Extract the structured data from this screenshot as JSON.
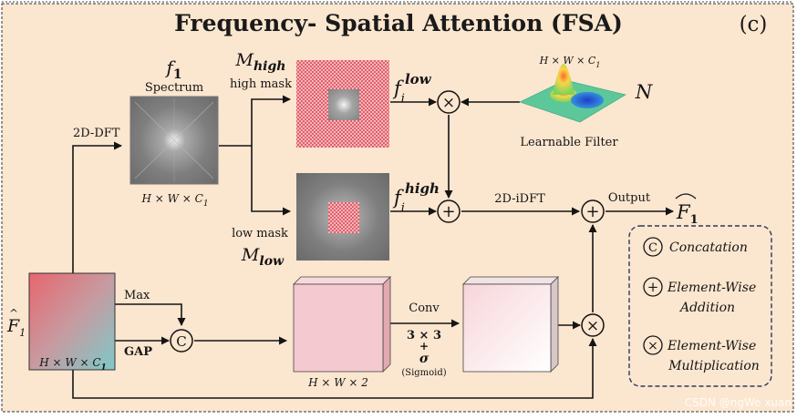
{
  "title": "Frequency- Spatial Attention (FSA)",
  "panel_label": "(c)",
  "spectrum": {
    "symbol": "f",
    "sub": "1",
    "label": "Spectrum",
    "dims": "H  × W × C",
    "dims_sub": "1"
  },
  "dft_label": "2D-DFT",
  "high_mask": {
    "symbol": "M",
    "sub": "high",
    "label": "high mask"
  },
  "low_mask": {
    "symbol": "M",
    "sub": "low",
    "label": "low mask"
  },
  "f_low": {
    "symbol": "f",
    "sub": "i",
    "sup": "low"
  },
  "f_high": {
    "symbol": "f",
    "sub": "i",
    "sup": "high"
  },
  "filter": {
    "dims": "H  × W × C",
    "dims_sub": "1",
    "symbol": "N",
    "label": "Learnable Filter"
  },
  "idft_label": "2D-iDFT",
  "output_label": "Output",
  "output_symbol": {
    "symbol": "F",
    "sub": "1"
  },
  "input": {
    "symbol": "F",
    "sub": "1",
    "dims": "H  × W × C",
    "dims_sub": "1"
  },
  "max_label": "Max",
  "gap_label": "GAP",
  "concat_box": {
    "dims": "H  × W × 2"
  },
  "conv": {
    "label": "Conv",
    "kernel": "3 × 3",
    "plus": "+",
    "sigma": "σ",
    "sigmoid": "(Sigmoid)"
  },
  "ops": {
    "concat": "C",
    "add": "+",
    "mul": "×"
  },
  "legend": [
    {
      "symbol": "C",
      "line1": "Concatation",
      "line2": ""
    },
    {
      "symbol": "+",
      "line1": "Element-Wise",
      "line2": "Addition"
    },
    {
      "symbol": "×",
      "line1": "Element-Wise",
      "line2": "Multiplication"
    }
  ],
  "watermark": "CSDN @ngWe xuan",
  "colors": {
    "background": "#fbe6cf",
    "red_mask": "#e6606a",
    "concat_box": "#f4c9cf",
    "edge": "#141414"
  }
}
